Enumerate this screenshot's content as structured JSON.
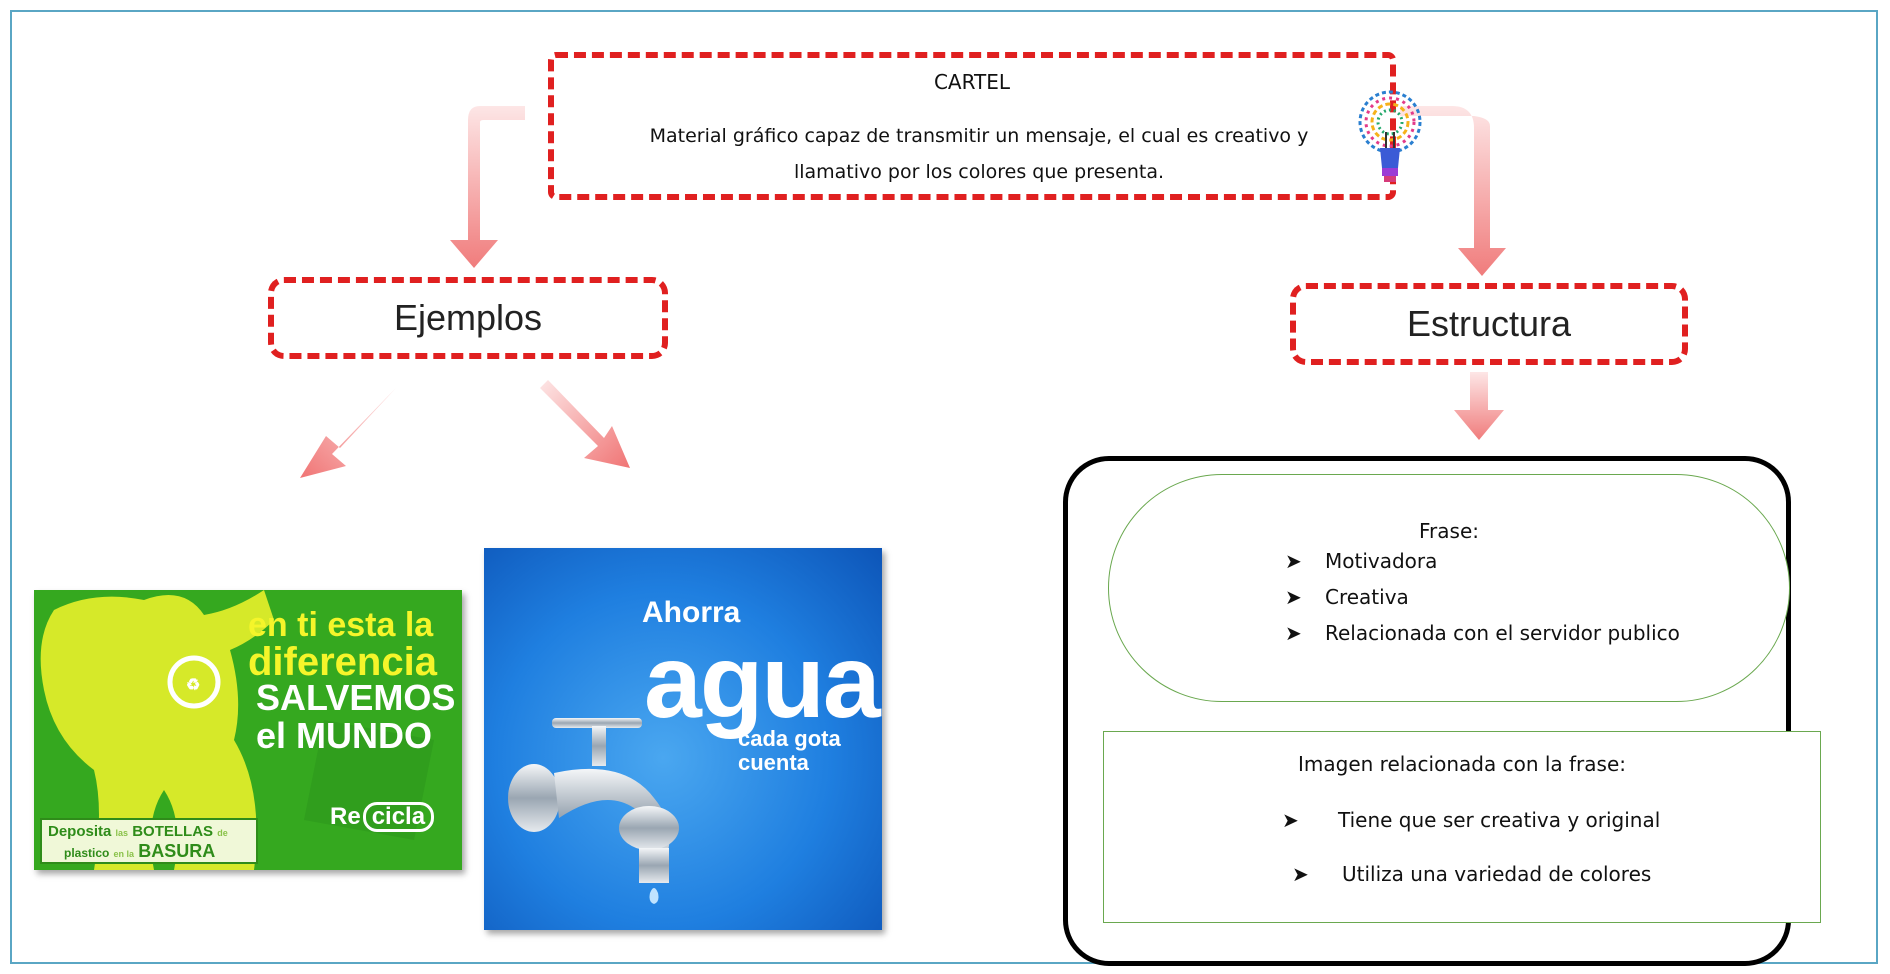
{
  "cartel": {
    "title": "CARTEL",
    "line1": "Material gráfico capaz de transmitir un mensaje, el cual es creativo y",
    "line2": "llamativo por los colores que presenta."
  },
  "ejemplos": {
    "label": "Ejemplos"
  },
  "estructura": {
    "label": "Estructura"
  },
  "frase": {
    "title": "Frase:",
    "items": [
      "Motivadora",
      "Creativa",
      "Relacionada con el servidor publico"
    ]
  },
  "imagen": {
    "title": "Imagen relacionada con la frase:",
    "items": [
      "Tiene que ser creativa y original",
      "Utiliza una variedad de colores"
    ]
  },
  "poster_green": {
    "line1": "en ti esta la",
    "line2": "diferencia",
    "line3": "SALVEMOS",
    "line4": "el MUNDO",
    "deposita": "Deposita",
    "las": "las",
    "botellas": "BOTELLAS",
    "de": "de",
    "plastico": "plastico",
    "en_la": "en la",
    "basura": "BASURA",
    "recicla_re": "Re",
    "recicla_cicla": "cicla"
  },
  "poster_blue": {
    "ahorra": "Ahorra",
    "agua": "agua",
    "cada_gota": "cada gota",
    "cuenta": "cuenta"
  },
  "bullet_glyph": "➤",
  "colors": {
    "dashed_border": "#e02020",
    "arrow": "#f48a8a",
    "green_border": "#6aa84f",
    "poster_green": "#35a81f",
    "poster_blue": "#1f7fe0",
    "frame": "#5aa6c4"
  },
  "icons": [
    "lightbulb-icon",
    "faucet-icon",
    "recycle-icon",
    "superhero-silhouette-icon"
  ]
}
